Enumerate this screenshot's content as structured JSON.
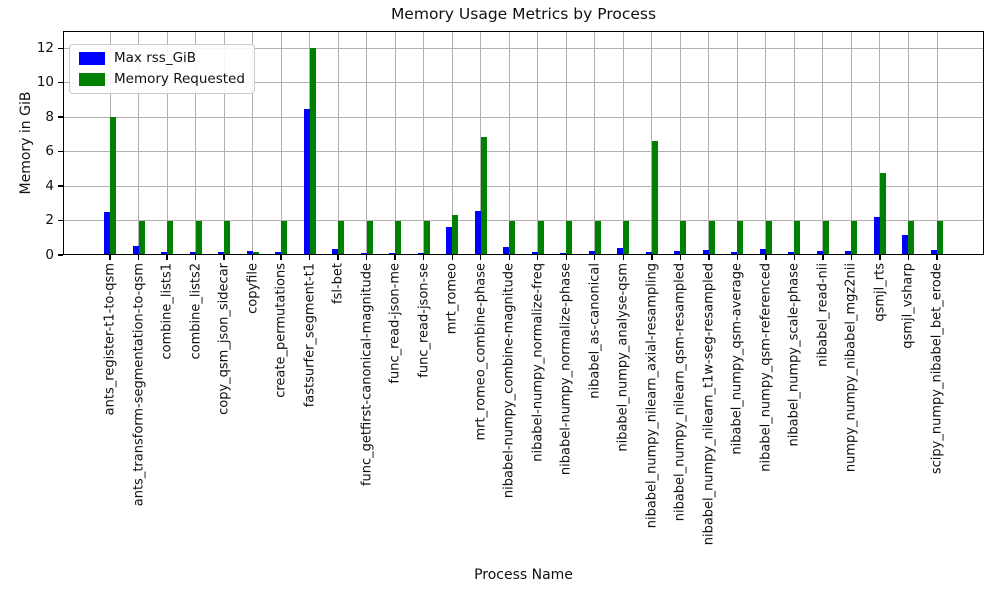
{
  "chart_data": {
    "type": "bar",
    "title": "Memory Usage Metrics by Process",
    "xlabel": "Process Name",
    "ylabel": "Memory in GiB",
    "ylim": [
      0,
      13
    ],
    "yticks": [
      0,
      2,
      4,
      6,
      8,
      10,
      12
    ],
    "grid": true,
    "legend_position": "upper-left",
    "categories": [
      "ants_register-t1-to-qsm",
      "ants_transform-segmentation-to-qsm",
      "combine_lists1",
      "combine_lists2",
      "copy_qsm_json_sidecar",
      "copyfile",
      "create_permutations",
      "fastsurfer_segment-t1",
      "fsl-bet",
      "func_getfirst-canonical-magnitude",
      "func_read-json-me",
      "func_read-json-se",
      "mrt_romeo",
      "mrt_romeo_combine-phase",
      "nibabel-numpy_combine-magnitude",
      "nibabel-numpy_normalize-freq",
      "nibabel-numpy_normalize-phase",
      "nibabel_as-canonical",
      "nibabel_numpy_analyse-qsm",
      "nibabel_numpy_nilearn_axial-resampling",
      "nibabel_numpy_nilearn_qsm-resampled",
      "nibabel_numpy_nilearn_t1w-seg-resampled",
      "nibabel_numpy_qsm-average",
      "nibabel_numpy_qsm-referenced",
      "nibabel_numpy_scale-phase",
      "nibabel_read-nii",
      "numpy_numpy_nibabel_mgz2nii",
      "qsmjl_rts",
      "qsmjl_vsharp",
      "scipy_numpy_nibabel_bet_erode"
    ],
    "series": [
      {
        "name": "Max rss_GiB",
        "color": "#0000ff",
        "values": [
          2.5,
          0.55,
          0.2,
          0.2,
          0.2,
          0.22,
          0.2,
          8.5,
          0.35,
          0.12,
          0.12,
          0.12,
          1.6,
          2.55,
          0.45,
          0.15,
          0.12,
          0.25,
          0.4,
          0.2,
          0.25,
          0.3,
          0.2,
          0.35,
          0.15,
          0.25,
          0.25,
          2.2,
          1.15,
          0.3
        ]
      },
      {
        "name": "Memory Requested",
        "color": "#008000",
        "values": [
          8,
          2,
          2,
          2,
          2,
          0.2,
          2,
          12,
          2,
          2,
          2,
          2,
          2.3,
          6.85,
          2,
          2,
          2,
          2,
          2,
          6.6,
          2,
          2,
          2,
          2,
          2,
          2,
          2,
          4.75,
          2,
          2
        ]
      }
    ]
  },
  "grid_color": "#b0b0b0"
}
